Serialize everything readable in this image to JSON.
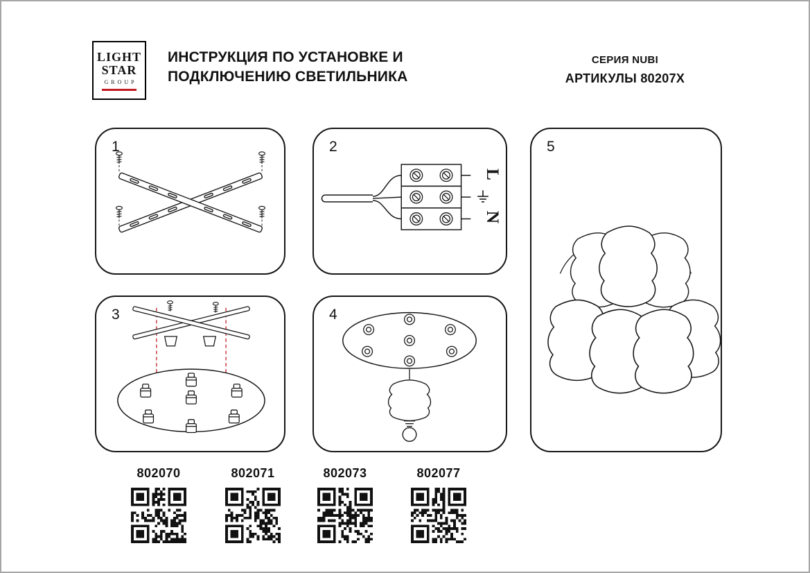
{
  "header": {
    "logo": {
      "line1": "LIGHT",
      "line2": "STAR",
      "line3": "GROUP"
    },
    "title_line1": "ИНСТРУКЦИЯ ПО УСТАНОВКЕ И",
    "title_line2": "ПОДКЛЮЧЕНИЮ СВЕТИЛЬНИКА",
    "series": "СЕРИЯ NUBI",
    "articles_label": "АРТИКУЛЫ 80207X"
  },
  "steps": [
    "1",
    "2",
    "3",
    "4",
    "5"
  ],
  "wiring": {
    "live": "L",
    "neutral": "N"
  },
  "footer": {
    "articles": [
      {
        "code": "802070"
      },
      {
        "code": "802071"
      },
      {
        "code": "802073"
      },
      {
        "code": "802077"
      }
    ]
  },
  "colors": {
    "accent_red": "#c2181f",
    "line_black": "#161616"
  }
}
